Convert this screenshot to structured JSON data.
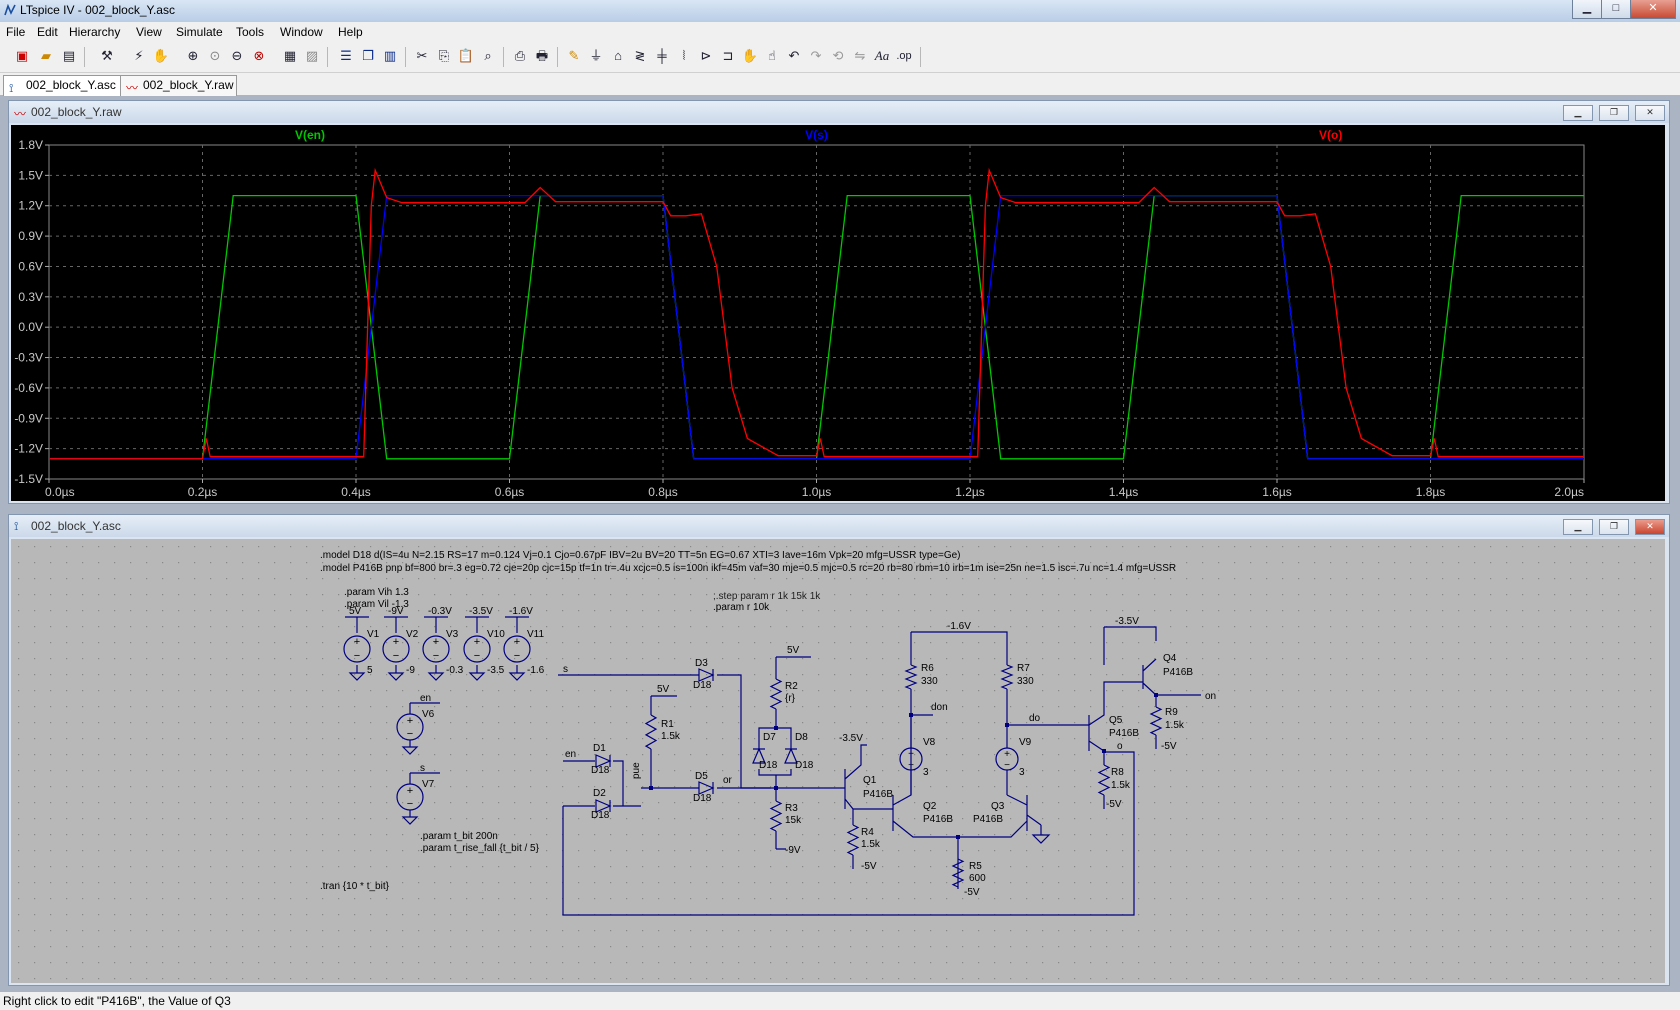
{
  "window": {
    "title": "LTspice IV - 002_block_Y.asc",
    "btn_min": "▁",
    "btn_max": "□",
    "btn_close": "✕"
  },
  "menu": [
    "File",
    "Edit",
    "Hierarchy",
    "View",
    "Simulate",
    "Tools",
    "Window",
    "Help"
  ],
  "toolbar_icons": [
    "new-schematic-icon",
    "open-icon",
    "save-icon",
    "control-panel-icon",
    "run-icon",
    "halt-icon",
    "zoom-in-icon",
    "zoom-pan-icon",
    "zoom-out-icon",
    "zoom-fit-icon",
    "autorange-icon",
    "delete-plot-icon",
    "tile-horizontal-icon",
    "cascade-icon",
    "tile-vertical-icon",
    "cut-icon",
    "copy-icon",
    "paste-icon",
    "find-icon",
    "print-setup-icon",
    "print-icon",
    "wire-icon",
    "ground-icon",
    "label-icon",
    "resistor-icon",
    "capacitor-icon",
    "inductor-icon",
    "diode-icon",
    "component-icon",
    "move-icon",
    "drag-icon",
    "undo-icon",
    "redo-icon",
    "rotate-icon",
    "mirror-icon",
    "text-icon",
    "spice-directive-icon"
  ],
  "tabs": [
    {
      "label": "002_block_Y.asc",
      "icon": "schematic-icon"
    },
    {
      "label": "002_block_Y.raw",
      "icon": "waveform-icon"
    }
  ],
  "waveform_window": {
    "title": "002_block_Y.raw"
  },
  "schematic_window": {
    "title": "002_block_Y.asc"
  },
  "chart_data": {
    "type": "line",
    "title": "",
    "xlabel": "",
    "ylabel": "",
    "xlim": [
      0,
      2.0
    ],
    "ylim": [
      -1.5,
      1.8
    ],
    "x_ticks": [
      "0.0µs",
      "0.2µs",
      "0.4µs",
      "0.6µs",
      "0.8µs",
      "1.0µs",
      "1.2µs",
      "1.4µs",
      "1.6µs",
      "1.8µs",
      "2.0µs"
    ],
    "y_ticks": [
      "1.8V",
      "1.5V",
      "1.2V",
      "0.9V",
      "0.6V",
      "0.3V",
      "0.0V",
      "-0.3V",
      "-0.6V",
      "-0.9V",
      "-1.2V",
      "-1.5V"
    ],
    "grid": true,
    "legend": "top",
    "series": [
      {
        "name": "V(en)",
        "color": "#00c800",
        "x": [
          0,
          0.2,
          0.24,
          0.4,
          0.44,
          0.6,
          0.64,
          0.8,
          0.84,
          1.0,
          1.04,
          1.2,
          1.24,
          1.4,
          1.44,
          1.6,
          1.64,
          1.8,
          1.84,
          2.0
        ],
        "y": [
          -1.3,
          -1.3,
          1.3,
          1.3,
          -1.3,
          -1.3,
          1.3,
          1.3,
          -1.3,
          -1.3,
          1.3,
          1.3,
          -1.3,
          -1.3,
          1.3,
          1.3,
          -1.3,
          -1.3,
          1.3,
          1.3
        ]
      },
      {
        "name": "V(s)",
        "color": "#0000ff",
        "x": [
          0,
          0.4,
          0.44,
          0.6,
          0.64,
          0.8,
          0.84,
          1.2,
          1.24,
          1.4,
          1.44,
          1.6,
          1.64,
          2.0
        ],
        "y": [
          -1.3,
          -1.3,
          1.3,
          1.3,
          1.3,
          1.3,
          -1.3,
          -1.3,
          1.3,
          1.3,
          1.3,
          1.3,
          -1.3,
          -1.3
        ]
      },
      {
        "name": "V(o)",
        "color": "#ff0000",
        "x": [
          0,
          0.2,
          0.205,
          0.21,
          0.41,
          0.42,
          0.425,
          0.44,
          0.46,
          0.48,
          0.62,
          0.64,
          0.66,
          0.8,
          0.81,
          0.83,
          0.85,
          0.87,
          0.89,
          0.91,
          0.95,
          1.0,
          1.005,
          1.01,
          1.21,
          1.22,
          1.225,
          1.24,
          1.26,
          1.28,
          1.42,
          1.44,
          1.46,
          1.6,
          1.61,
          1.63,
          1.65,
          1.67,
          1.69,
          1.71,
          1.75,
          1.8,
          1.805,
          1.81,
          2.0
        ],
        "y": [
          -1.3,
          -1.3,
          -1.1,
          -1.28,
          -1.28,
          1.2,
          1.55,
          1.28,
          1.23,
          1.23,
          1.23,
          1.38,
          1.24,
          1.24,
          1.1,
          1.1,
          1.12,
          0.6,
          -0.6,
          -1.1,
          -1.27,
          -1.27,
          -1.1,
          -1.28,
          -1.28,
          1.2,
          1.55,
          1.28,
          1.23,
          1.23,
          1.23,
          1.38,
          1.24,
          1.24,
          1.1,
          1.1,
          1.12,
          0.6,
          -0.6,
          -1.1,
          -1.27,
          -1.27,
          -1.1,
          -1.28,
          -1.28
        ]
      }
    ]
  },
  "schematic": {
    "model_d18": ".model D18 d(IS=4u N=2.15 RS=17 m=0.124 Vj=0.1 Cjo=0.67pF IBV=2u BV=20 TT=5n EG=0.67 XTI=3 Iave=16m Vpk=20 mfg=USSR type=Ge)",
    "model_p416b": ".model P416B pnp bf=800 br=.3 eg=0.72 cje=20p cjc=15p tf=1n tr=.4u xcjc=0.5 is=100n ikf=45m vaf=30 mje=0.5 mjc=0.5 rc=20 rb=80 rbm=10 irb=1m ise=25n ne=1.5 isc=.7u nc=1.4 mfg=USSR",
    "param_vih": ".param Vih 1.3",
    "param_vil": ".param Vil -1.3",
    "step_param": ";.step param r 1k 15k 1k",
    "param_r": ".param r 10k",
    "param_tbit": ".param t_bit 200n",
    "param_trise": ".param t_rise_fall {t_bit / 5}",
    "tran": ".tran {10 * t_bit}",
    "sources": [
      {
        "name": "V1",
        "top": "5V",
        "val": "5"
      },
      {
        "name": "V2",
        "top": "-9V",
        "val": "-9"
      },
      {
        "name": "V3",
        "top": "-0.3V",
        "val": "-0.3"
      },
      {
        "name": "V10",
        "top": "-3.5V",
        "val": "-3.5"
      },
      {
        "name": "V11",
        "top": "-1.6V",
        "val": "-1.6"
      }
    ],
    "labels": {
      "en": "en",
      "s": "s",
      "V6": "V6",
      "V7": "V7",
      "D1": "D1",
      "D2": "D2",
      "D3": "D3",
      "D5": "D5",
      "D7": "D7",
      "D8": "D8",
      "D18": "D18",
      "R1": "R1",
      "R1v": "1.5k",
      "R2": "R2",
      "R2v": "{r}",
      "R3": "R3",
      "R3v": "15k",
      "R4": "R4",
      "R4v": "1.5k",
      "R5": "R5",
      "R5v": "600",
      "R6": "R6",
      "R6v": "330",
      "R7": "R7",
      "R7v": "330",
      "R8": "R8",
      "R8v": "1.5k",
      "R9": "R9",
      "R9v": "1.5k",
      "Q1": "Q1",
      "Q2": "Q2",
      "Q3": "Q3",
      "Q4": "Q4",
      "Q5": "Q5",
      "P416B": "P416B",
      "V8": "V8",
      "V9": "V9",
      "V8v": "3",
      "V9v": "3",
      "n5V": "5V",
      "m35V": "-3.5V",
      "m16V": "-1.6V",
      "m5V": "-5V",
      "m9V": "-9V",
      "or": "or",
      "pue": "pue",
      "don": "don",
      "do": "do",
      "on": "on",
      "o": "o"
    }
  },
  "status": "Right click to edit \"P416B\", the Value of Q3"
}
